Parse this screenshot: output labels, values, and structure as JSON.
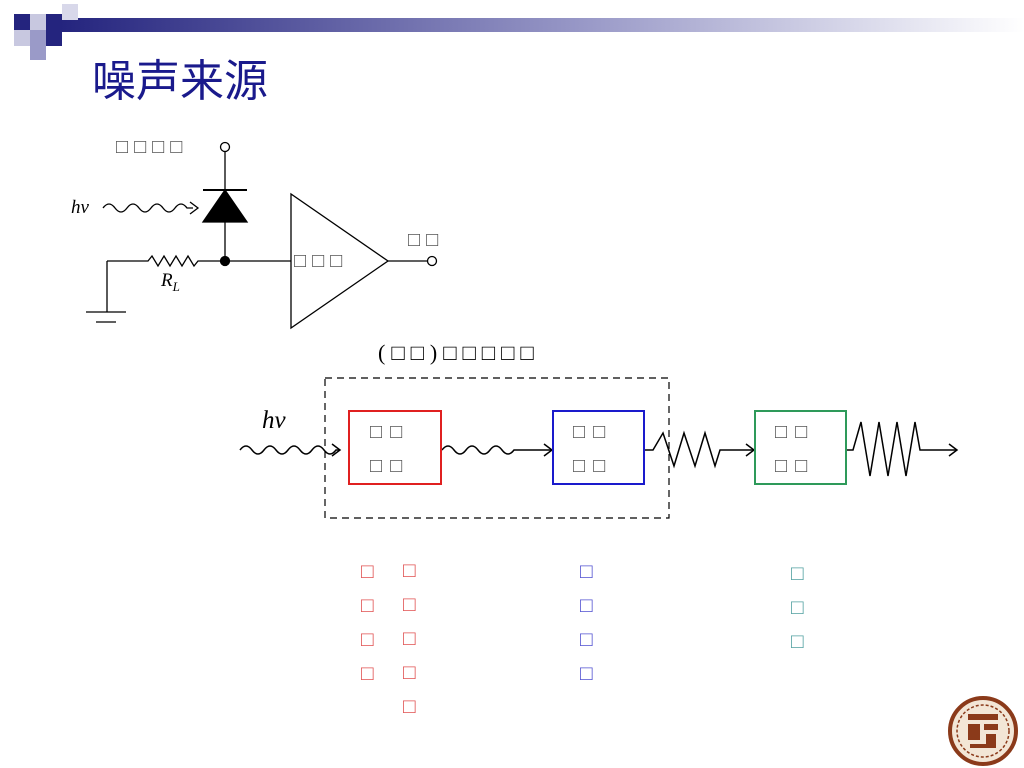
{
  "slide": {
    "title": "噪声来源"
  },
  "circuit": {
    "bias_label": "□□□□",
    "light_label": "hν",
    "load_label_main": "R",
    "load_label_sub": "L",
    "amp_label": "□□□",
    "output_label": "□□"
  },
  "signal_chain": {
    "group_label": "(□□)□□□□□",
    "input_label": "hν",
    "block1": {
      "line1": "□□",
      "line2": "□□"
    },
    "block2": {
      "line1": "□□",
      "line2": "□□"
    },
    "block3": {
      "line1": "□□",
      "line2": "□□"
    }
  },
  "notes": {
    "red_col1": [
      "□",
      "□",
      "□",
      "□"
    ],
    "red_col2": [
      "□",
      "□",
      "□",
      "□",
      "□"
    ],
    "blue_col": [
      "□",
      "□",
      "□",
      "□"
    ],
    "green_col": [
      "□",
      "□",
      "□"
    ]
  },
  "colors": {
    "title": "#1a1a8c",
    "accent": "#24247e",
    "red": "#e02020",
    "blue": "#1a1acc",
    "green": "#2e9a5a",
    "line": "#000000",
    "seal": "#8b3a1a"
  }
}
